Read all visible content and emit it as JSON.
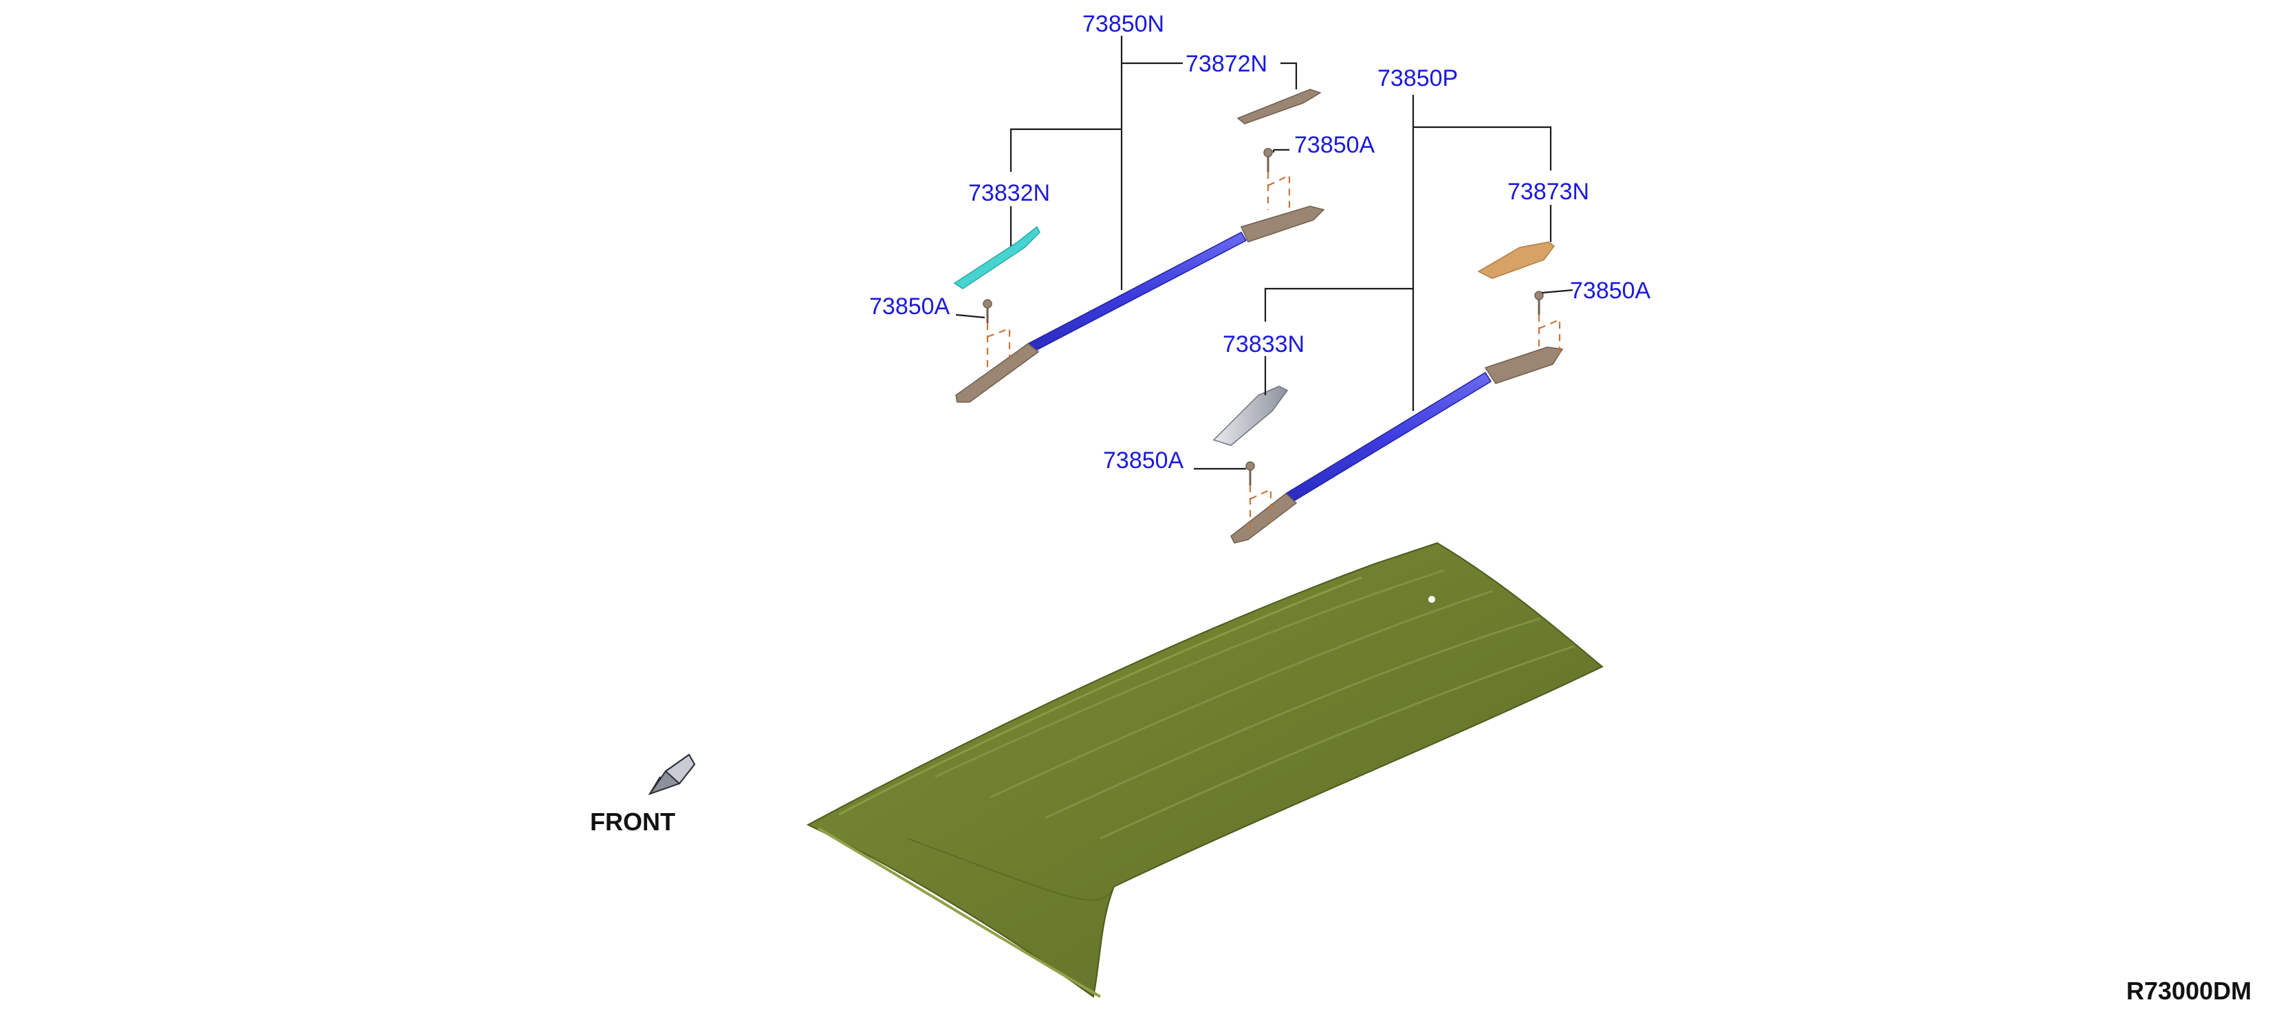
{
  "diagram": {
    "part_labels": {
      "rail_left": "73850N",
      "cover_left_rear": "73872N",
      "rail_right": "73850P",
      "screw_left_rear": "73850A",
      "cover_left_front": "73832N",
      "cover_right_rear": "73873N",
      "screw_left_front": "73850A",
      "screw_right_rear": "73850A",
      "cover_right_front": "73833N",
      "screw_right_front": "73850A"
    },
    "front_label": "FRONT",
    "drawing_code": "R73000DM"
  },
  "colors": {
    "callout_text": "#1a1adc",
    "roof_panel": "#6f7f2f",
    "roof_rail": "#4a4ae0",
    "bracket": "#9a8672",
    "cover_cyan": "#46d4d0",
    "cover_tan": "#d6a266",
    "cover_grey": "#b8bcc4",
    "dash_line": "#c9743a"
  }
}
